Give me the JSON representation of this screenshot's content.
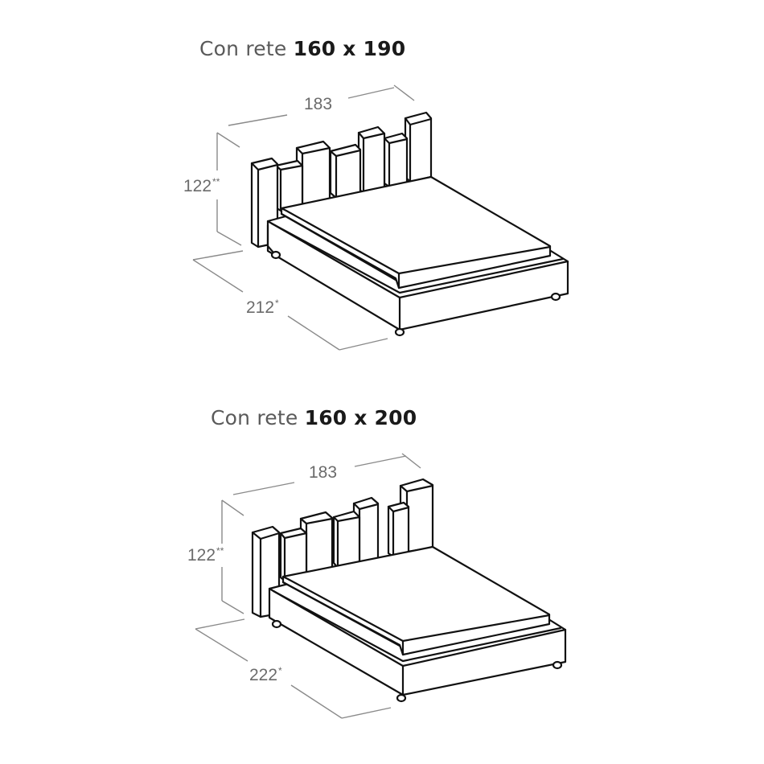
{
  "diagrams": [
    {
      "title_prefix": "Con rete",
      "title_size": "160 x 190",
      "dimensions": {
        "width": "183",
        "height": "122",
        "height_mark": "**",
        "length": "212",
        "length_mark": "*"
      }
    },
    {
      "title_prefix": "Con rete",
      "title_size": "160 x 200",
      "dimensions": {
        "width": "183",
        "height": "122",
        "height_mark": "**",
        "length": "222",
        "length_mark": "*"
      }
    }
  ],
  "colors": {
    "line": "#111111",
    "dimension_line": "#8a8a8a",
    "title_text": "#5a5a5a",
    "title_emphasis": "#1a1a1a",
    "background": "#ffffff"
  }
}
